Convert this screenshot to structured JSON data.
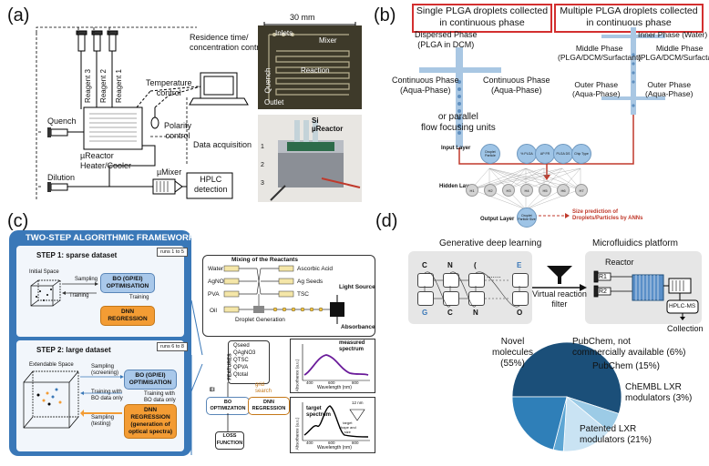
{
  "panels": {
    "a": "(a)",
    "b": "(b)",
    "c": "(c)",
    "d": "(d)"
  },
  "a": {
    "reagents": [
      "Reagent 3",
      "Reagent 2",
      "Reagent 1"
    ],
    "residence": "Residence time/\nconcentration control",
    "temperature": "Temperature\ncontrol",
    "polarity": "Polarity\ncontrol",
    "acquisition": "Data acquisition",
    "quench": "Quench",
    "reactor": "µReactor\nHeater/Cooler",
    "mixer": "µMixer",
    "dilution": "Dilution",
    "hplc": "HPLC\ndetection",
    "scale": "30 mm",
    "photo_labels": {
      "inlets": "Inlets",
      "mixer": "Mixer",
      "quench": "Quench",
      "reaction": "Reaction",
      "outlet": "Outlet"
    },
    "si_reactor": "Si\nµReactor",
    "numbers": [
      "1",
      "2",
      "3"
    ]
  },
  "b": {
    "single_title": "Single PLGA droplets collected\nin continuous phase",
    "multiple_title": "Multiple PLGA droplets collected\nin continuous phase",
    "dispersed": "Dispersed Phase\n(PLGA in DCM)",
    "cont_left": "Continuous Phase\n(Aqua-Phase)",
    "cont_right": "Continuous Phase\n(Aqua-Phase)",
    "parallel": "or parallel\nflow focusing units",
    "inner": "Inner Phase (Water)",
    "middle_left": "Middle Phase\n(PLGA/DCM/Surfactant)",
    "middle_right": "Middle Phase\n(PLGA/DCM/Surfactant)",
    "outer_left": "Outer Phase\n(Aqua-Phase)",
    "outer_right": "Outer Phase\n(Aqua-Phase)",
    "input_layer": "Input Layer",
    "hidden_layer": "Hidden Layer",
    "output_layer": "Output Layer",
    "inputs": [
      "Droplet Particle",
      "% PLGA",
      "AP FR",
      "PLGA DS",
      "Chip Type"
    ],
    "hidden": [
      "H1",
      "H2",
      "H3",
      "H4",
      "H5",
      "H6",
      "H7"
    ],
    "output": "Droplet Particle Size",
    "size_pred": "Size prediction of\nDroplets/Particles by ANNs"
  },
  "c": {
    "framework_title": "TWO-STEP ALGORITHMIC FRAMEWORK",
    "step1": "STEP 1: sparse dataset",
    "runs1": "runs 1 to 5",
    "initial_space": "Initial Space",
    "sampling": "Sampling",
    "training": "Training",
    "bo1": "BO (GP/EI)\nOPTIMISATION",
    "dnn1": "DNN\nREGRESSION",
    "step2": "STEP 2: large dataset",
    "runs2": "runs 6 to 8",
    "extendable": "Extendable Space",
    "sampling_screening": "Sampling\n(screening)",
    "training_bo": "Training with\nBO data only",
    "training_bo2": "Training with\nBO data only",
    "sampling_testing": "Sampling\n(testing)",
    "bo2": "BO (GP/EI)\nOPTIMISATION",
    "dnn2": "DNN\nREGRESSION\n(generation of\noptical spectra)",
    "mixing": "Mixing of the Reactants",
    "reactants_left": [
      "Water",
      "AgNO3",
      "PVA"
    ],
    "reactants_right": [
      "Ascorbic Acid",
      "Ag Seeds",
      "TSC"
    ],
    "oil": "Oil",
    "droplet_gen": "Droplet Generation",
    "light": "Light Source",
    "absorbance": "Absorbance",
    "features": "FEATURES",
    "feature_list": [
      "Qseed",
      "QAgNO3",
      "QTSC",
      "QPVA",
      "Qtotal"
    ],
    "ei": "EI",
    "grid_search": "grid\nsearch",
    "bo_opt": "BO\nOPTIMIZATION",
    "dnn_reg": "DNN\nREGRESSION",
    "loss": "LOSS\nFUNCTION",
    "measured": "measured\nspectrum",
    "target": "target\nspectrum",
    "absorbance_axis": "Absorbance (a.u.)",
    "wavelength": "Wavelength (nm)",
    "ticks_top": [
      "400",
      "600",
      "800"
    ],
    "ticks_bottom": [
      "400",
      "600",
      "800"
    ],
    "target_size": "target\nshape and\nsize",
    "twelve": "12 nm"
  },
  "d": {
    "gen_title": "Generative deep learning",
    "micro_title": "Microfluidics platform",
    "tokens_top": [
      "C",
      "N",
      "(",
      "E"
    ],
    "tokens_bottom": [
      "G",
      "C",
      "N",
      "O"
    ],
    "ellipsis": ".......",
    "virtual": "Virtual reaction\nfilter",
    "reactor": "Reactor",
    "r1": "R1",
    "r2": "R2",
    "hplc": "HPLC-MS",
    "collection": "Collection",
    "pie_labels": {
      "novel": "Novel\nmolecules\n(55%)",
      "pubchem_not": "PubChem, not\ncommercially available (6%)",
      "pubchem": "PubChem (15%)",
      "chembl": "ChEMBL LXR\nmodulators (3%)",
      "patented": "Patented LXR\nmodulators (21%)"
    },
    "colors": {
      "novel": "#1b4f79",
      "pubchem_not": "#9ccbe6",
      "pubchem": "#c9e3f3",
      "chembl": "#5da6d4",
      "patented": "#2f7fb8"
    }
  },
  "chart_data": {
    "type": "pie",
    "categories": [
      "Novel molecules",
      "PubChem, not commercially available",
      "PubChem",
      "ChEMBL LXR modulators",
      "Patented LXR modulators"
    ],
    "values": [
      55,
      6,
      15,
      3,
      21
    ]
  }
}
